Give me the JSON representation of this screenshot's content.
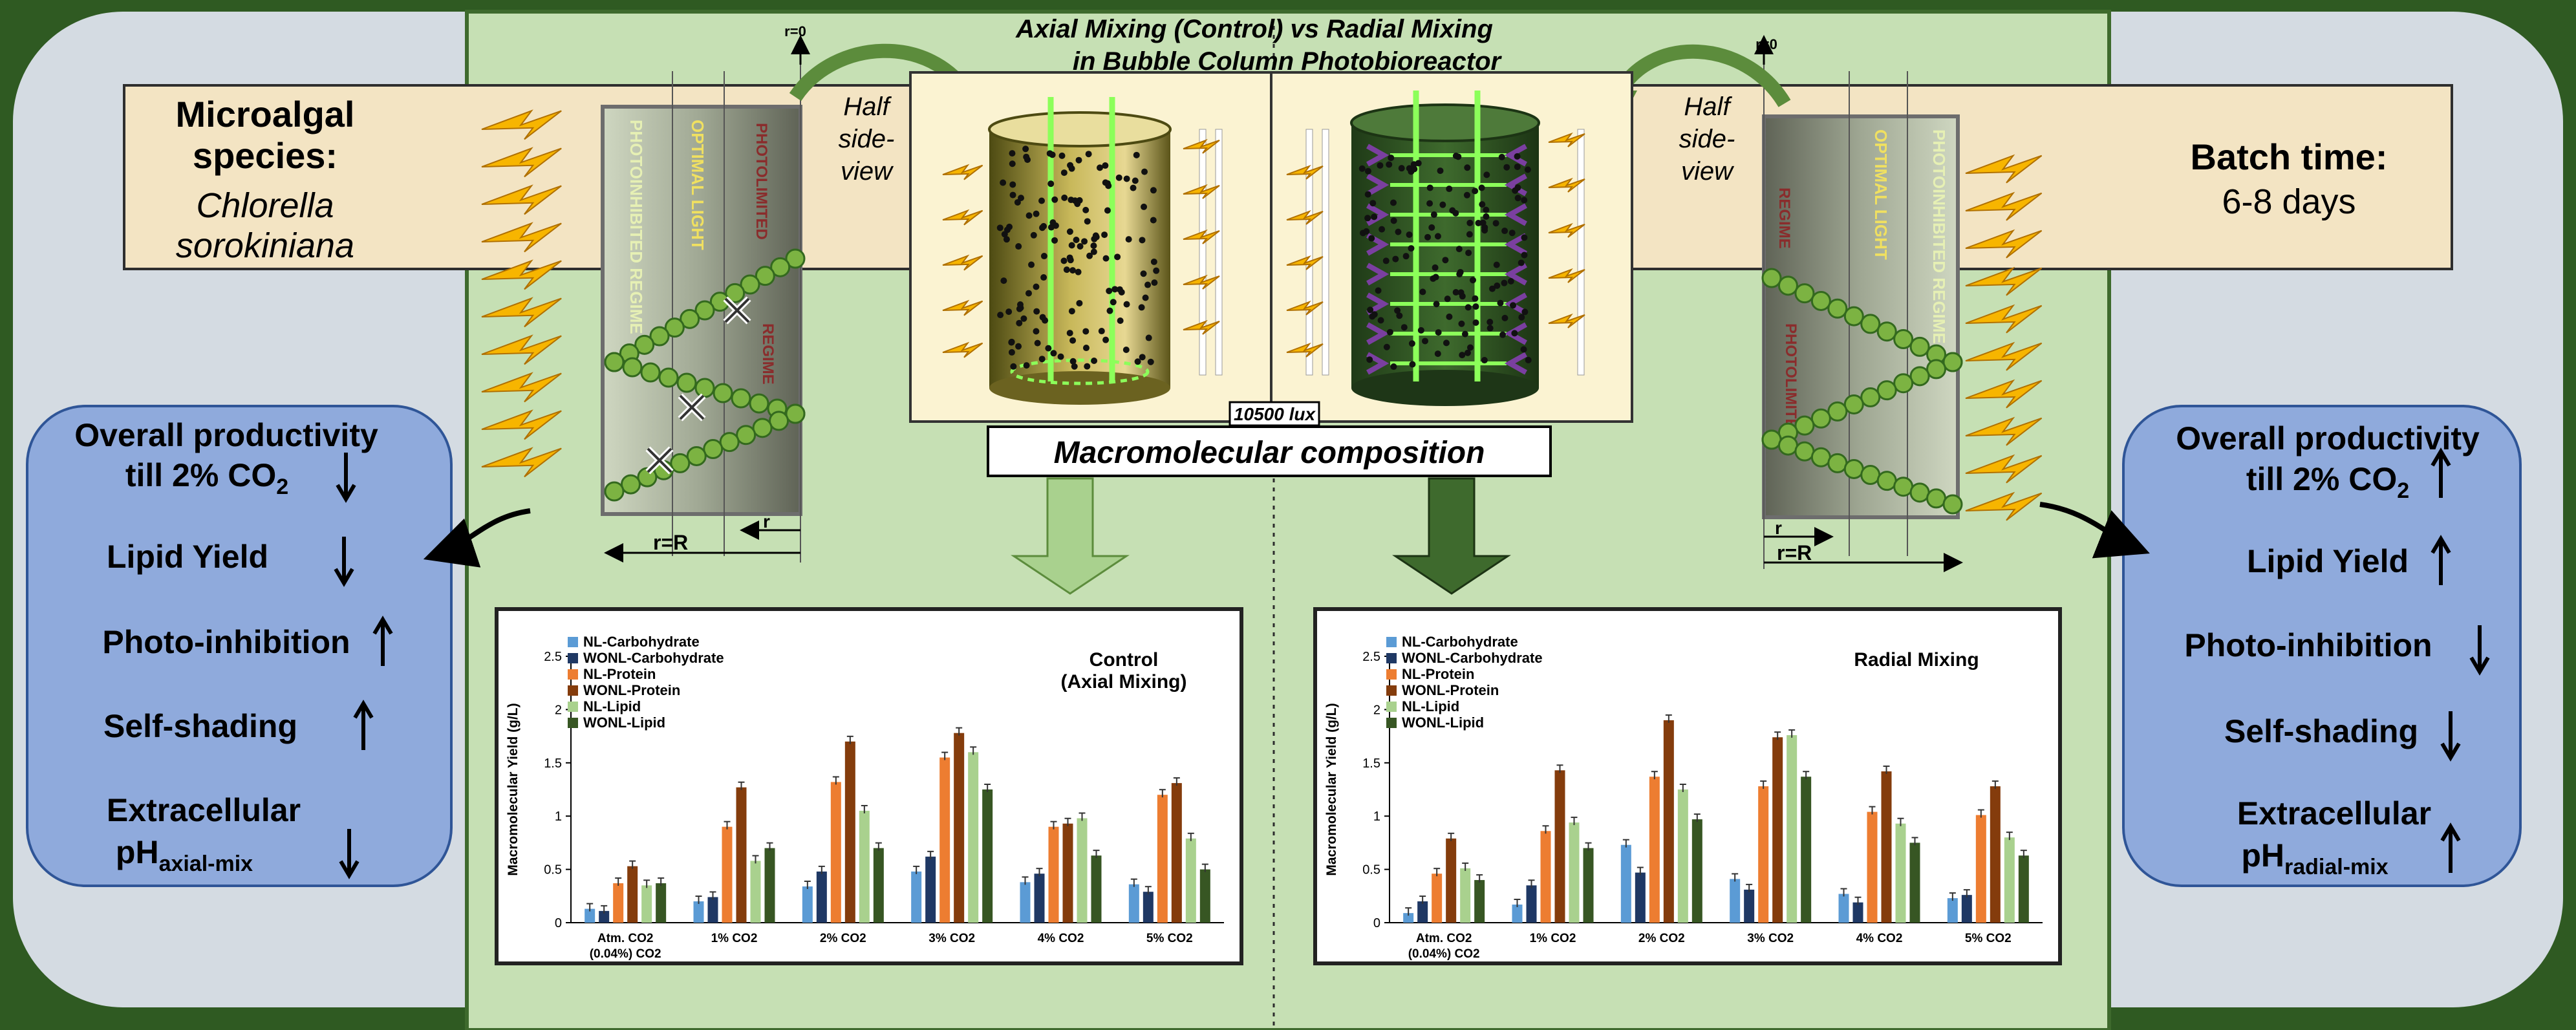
{
  "title": {
    "line1": "Axial Mixing (Control)  vs Radial Mixing",
    "line2": "in Bubble Column Photobioreactor"
  },
  "species": {
    "heading_line1": "Microalgal",
    "heading_line2": "species:",
    "name_line1": "Chlorella",
    "name_line2": "sorokiniana"
  },
  "batch": {
    "heading": "Batch time:",
    "value": "6-8 days"
  },
  "half_side_view": {
    "line1": "Half",
    "line2": "side-",
    "line3": "view"
  },
  "lux_label": "10500 lux",
  "macro_label": "Macromolecular composition",
  "regimes": {
    "photoinhibited": "PHOTOINHIBITED REGIME",
    "optimal": "OPTIMAL LIGHT",
    "photolimited": "PHOTOLIMITED",
    "regime": "REGIME"
  },
  "radius_labels": {
    "r0": "r=0",
    "r": "r",
    "rR": "r=R"
  },
  "axial_effects": {
    "items": [
      {
        "text": "Overall productivity",
        "text2": "till 2% CO",
        "sub": "2",
        "arrow": "down"
      },
      {
        "text": "Lipid Yield",
        "arrow": "down"
      },
      {
        "text": "Photo-inhibition",
        "arrow": "up"
      },
      {
        "text": "Self-shading",
        "arrow": "up"
      },
      {
        "text": "Extracellular",
        "text2": "pH",
        "sub": "axial-mix",
        "arrow": "down"
      }
    ]
  },
  "radial_effects": {
    "items": [
      {
        "text": "Overall productivity",
        "text2": "till 2% CO",
        "sub": "2",
        "arrow": "up"
      },
      {
        "text": "Lipid Yield",
        "arrow": "up"
      },
      {
        "text": "Photo-inhibition",
        "arrow": "down"
      },
      {
        "text": "Self-shading",
        "arrow": "down"
      },
      {
        "text": "Extracellular",
        "text2": "pH",
        "sub": "radial-mix",
        "arrow": "up"
      }
    ]
  },
  "colors": {
    "nl_carb": "#5b9bd5",
    "wonl_carb": "#1f3864",
    "nl_protein": "#ed7d31",
    "wonl_protein": "#843c0c",
    "nl_lipid": "#a9d18e",
    "wonl_lipid": "#375623",
    "effects_box": "#8faadc",
    "top_band": "#f3e4c3",
    "center_panel": "#c6e0b4"
  },
  "chart_data": [
    {
      "type": "bar",
      "title": "Control\n(Axial Mixing)",
      "ylabel": "Macromolecular Yield (g/L)",
      "ylim": [
        0,
        2.5
      ],
      "yticks": [
        0,
        0.5,
        1,
        1.5,
        2,
        2.5
      ],
      "categories": [
        "Atm. CO2\n(0.04%) CO2",
        "1% CO2",
        "2% CO2",
        "3% CO2",
        "4% CO2",
        "5% CO2"
      ],
      "series": [
        {
          "name": "NL-Carbohydrate",
          "values": [
            0.13,
            0.2,
            0.34,
            0.48,
            0.38,
            0.36
          ]
        },
        {
          "name": "WONL-Carbohydrate",
          "values": [
            0.11,
            0.24,
            0.48,
            0.62,
            0.46,
            0.29
          ]
        },
        {
          "name": "NL-Protein",
          "values": [
            0.37,
            0.9,
            1.32,
            1.55,
            0.9,
            1.2
          ]
        },
        {
          "name": "WONL-Protein",
          "values": [
            0.53,
            1.27,
            1.7,
            1.78,
            0.93,
            1.31
          ]
        },
        {
          "name": "NL-Lipid",
          "values": [
            0.35,
            0.58,
            1.05,
            1.6,
            0.98,
            0.79
          ]
        },
        {
          "name": "WONL-Lipid",
          "values": [
            0.37,
            0.7,
            0.7,
            1.25,
            0.63,
            0.5
          ]
        }
      ]
    },
    {
      "type": "bar",
      "title": "Radial Mixing",
      "ylabel": "Macromolecular Yield (g/L)",
      "ylim": [
        0,
        2.5
      ],
      "yticks": [
        0,
        0.5,
        1,
        1.5,
        2,
        2.5
      ],
      "categories": [
        "Atm. CO2\n(0.04%) CO2",
        "1% CO2",
        "2% CO2",
        "3% CO2",
        "4% CO2",
        "5% CO2"
      ],
      "series": [
        {
          "name": "NL-Carbohydrate",
          "values": [
            0.09,
            0.17,
            0.73,
            0.41,
            0.27,
            0.23
          ]
        },
        {
          "name": "WONL-Carbohydrate",
          "values": [
            0.2,
            0.35,
            0.47,
            0.31,
            0.19,
            0.26
          ]
        },
        {
          "name": "NL-Protein",
          "values": [
            0.46,
            0.86,
            1.37,
            1.28,
            1.04,
            1.01
          ]
        },
        {
          "name": "WONL-Protein",
          "values": [
            0.79,
            1.43,
            1.9,
            1.74,
            1.42,
            1.28
          ]
        },
        {
          "name": "NL-Lipid",
          "values": [
            0.51,
            0.94,
            1.25,
            1.76,
            0.93,
            0.8
          ]
        },
        {
          "name": "WONL-Lipid",
          "values": [
            0.4,
            0.7,
            0.97,
            1.37,
            0.75,
            0.63
          ]
        }
      ]
    }
  ]
}
